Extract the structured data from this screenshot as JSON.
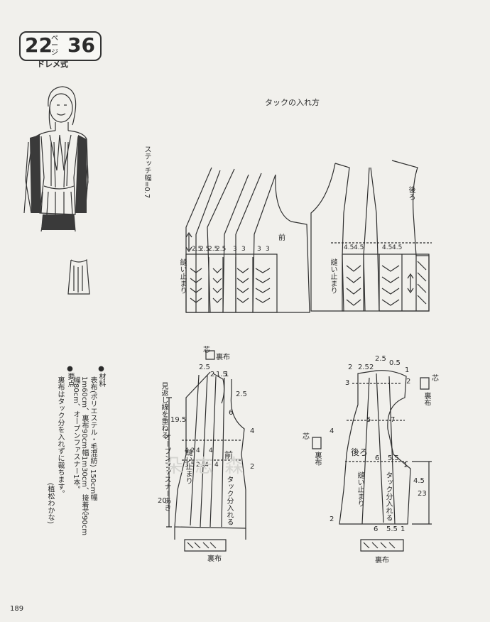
{
  "header": {
    "page_ref": "22",
    "page_ref_unit": "ページ",
    "pattern_number": "36",
    "method": "ドレメ式"
  },
  "tuck_diagram": {
    "title": "タックの入れ方",
    "stitch_width_note": "ステッチ幅=0.7",
    "front_label": "前",
    "back_label": "後ろ",
    "sew_stop_front": "縫い止まり",
    "sew_stop_back": "縫い止まり",
    "front_tuck_values": [
      "2.5",
      "2.5",
      "2.5",
      "2.5",
      "3",
      "3",
      "3",
      "3"
    ],
    "back_tuck_values": [
      "4.5",
      "4.5",
      "4.5",
      "4.5"
    ]
  },
  "materials_text": {
    "item1_title": "●材料",
    "item1_body": "表布(ポリエステル・毛混紡) 150cm幅1m60cm、裏布90cm幅1m30cm、接着芯90cm幅80cm、オープンファスナー1本。",
    "item2_title": "●要点",
    "item2_body": "裏布はタック分を入れずに裁ちます。",
    "credit": "(植松わかな)"
  },
  "front_pattern": {
    "label": "前",
    "lining_label": "裏布",
    "interfacing_label": "芯",
    "facing_note": "見返し線を重ねる",
    "zipper_note": "オープンファスナーあき",
    "sew_stop": "縫い止まり",
    "tuck_note": "タック分入れる",
    "numbers": {
      "top_25": "2.5",
      "top_2": "2",
      "top_15": "1.5",
      "top_1": "1",
      "side_25": "2.5",
      "n_6": "6",
      "n_195": "19.5",
      "n_4": "4",
      "n_2": "2",
      "n_20": "20",
      "tuck_42": "4.2",
      "tuck_4a": "4",
      "tuck_4b": "4",
      "tuck_35": "3.5",
      "tuck_25": "2.5",
      "tuck_4c": "4",
      "tuck_4d": "4"
    }
  },
  "back_pattern": {
    "label": "後ろ",
    "lining_label": "裏布",
    "interfacing_label": "芯",
    "sew_stop": "縫い止まり",
    "tuck_note": "タック分入れる",
    "numbers": {
      "n_2a": "2",
      "n_25a": "2.5",
      "n_2b": "2",
      "n_25b": "2.5",
      "n_05": "0.5",
      "n_1a": "1",
      "n_2c": "2",
      "n_3": "3",
      "n_5a": "5",
      "n_7": "7",
      "n_4": "4",
      "n_6a": "6",
      "n_55a": "5.5",
      "n_1b": "1",
      "n_45": "4.5",
      "n_23": "23",
      "n_2d": "2",
      "n_6b": "6",
      "n_55b": "5.5",
      "n_1c": "1"
    }
  },
  "footer": {
    "page_number": "189",
    "watermark": "朵 志 森"
  }
}
